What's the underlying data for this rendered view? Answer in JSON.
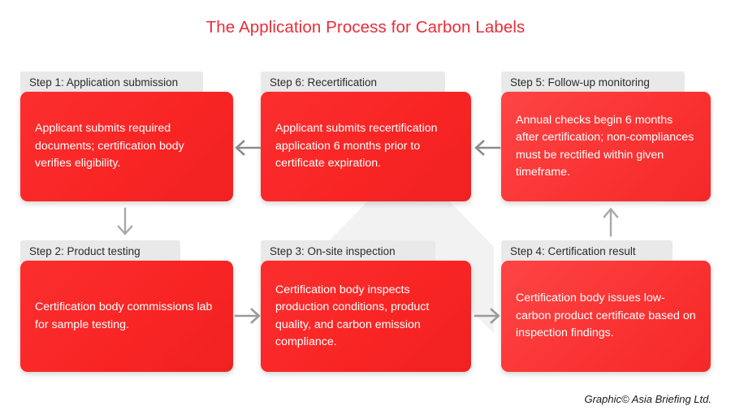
{
  "title": "The Application Process for Carbon Labels",
  "footer": "Graphic© Asia Briefing Ltd.",
  "colors": {
    "accent_red": "#F92B2B",
    "title_red": "#EA2C36",
    "header_gray": "#E9E9E9",
    "arrow_gray": "#8C8C8C",
    "watermark_gray": "#F2F2F2",
    "background": "#FFFFFF"
  },
  "steps": [
    {
      "id": "step-1",
      "header": "Step 1: Application submission",
      "body": "Applicant submits required documents; certification body verifies eligibility."
    },
    {
      "id": "step-6",
      "header": "Step 6: Recertification",
      "body": "Applicant submits recertification application 6 months prior to certificate expiration."
    },
    {
      "id": "step-5",
      "header": "Step 5: Follow-up monitoring",
      "body": "Annual checks begin 6 months after certification; non-compliances must be rectified within given timeframe."
    },
    {
      "id": "step-2",
      "header": "Step 2: Product testing",
      "body": "Certification body commissions lab for sample testing."
    },
    {
      "id": "step-3",
      "header": "Step 3: On-site inspection",
      "body": "Certification body inspects production conditions, product quality, and carbon emission compliance."
    },
    {
      "id": "step-4",
      "header": "Step 4: Certification result",
      "body": "Certification body issues low-carbon product certificate based on inspection findings."
    }
  ],
  "arrows": [
    {
      "id": "arrow-step5-to-step6",
      "direction": "left"
    },
    {
      "id": "arrow-step6-to-step1",
      "direction": "left"
    },
    {
      "id": "arrow-step1-to-step2",
      "direction": "down"
    },
    {
      "id": "arrow-step2-to-step3",
      "direction": "right"
    },
    {
      "id": "arrow-step3-to-step4",
      "direction": "right"
    },
    {
      "id": "arrow-step4-to-step5",
      "direction": "up"
    }
  ]
}
